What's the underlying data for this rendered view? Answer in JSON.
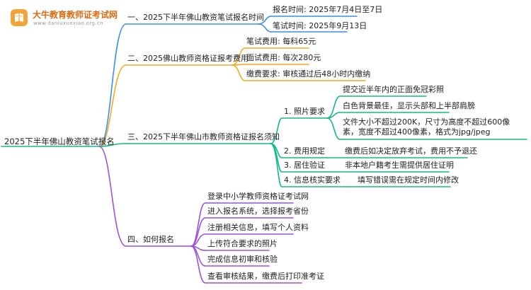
{
  "brand": {
    "title": "大牛教育教师证考试网",
    "url": "www.daniuxuexiao.org.cn",
    "colors": {
      "primary": "#f2a33a",
      "accent": "#d96a12"
    }
  },
  "root": "2025下半年佛山教资笔试报名",
  "colors": {
    "blue": "#3b8ee8",
    "orange": "#f2a91f",
    "green": "#14b88a",
    "purple": "#9b52d8"
  },
  "branches": [
    {
      "label": "一、2025下半年佛山教资笔试报名时间",
      "items": [
        "报名时间: 2025年7月4日至7日",
        "笔试时间: 2025年9月13日"
      ]
    },
    {
      "label": "二、2025佛山教师资格证报考费用",
      "items": [
        "笔试费用: 每科65元",
        "面试费用: 每次280元",
        "缴费要求: 审核通过后48小时内缴纳"
      ]
    },
    {
      "label": "三、2025下半年佛山市教师资格证报名须知",
      "groups": [
        {
          "label": "1. 照片要求",
          "items": [
            "提交近半年内的正面免冠彩照",
            "白色背景最佳，显示头部和上半部肩膀",
            "文件大小不超过200K，尺寸为高度不超过600像素，宽度不超过400像素，格式为jpg/jpeg"
          ]
        },
        {
          "label": "2. 费用规定",
          "items": [
            "缴费后如决定放弃考试，费用不予退还"
          ]
        },
        {
          "label": "3. 居住验证",
          "items": [
            "非本地户籍考生需提供居住证明"
          ]
        },
        {
          "label": "4. 信息核实要求",
          "items": [
            "填写错误需在规定时间内修改"
          ]
        }
      ]
    },
    {
      "label": "四、如何报名",
      "items": [
        "登录中小学教师资格证考试网",
        "进入报名系统，选择报考省份",
        "注册相关信息，填写个人资料",
        "上传符合要求的照片",
        "完成信息初审和核验",
        "查看审核结果，缴费后打印准考证"
      ]
    }
  ]
}
